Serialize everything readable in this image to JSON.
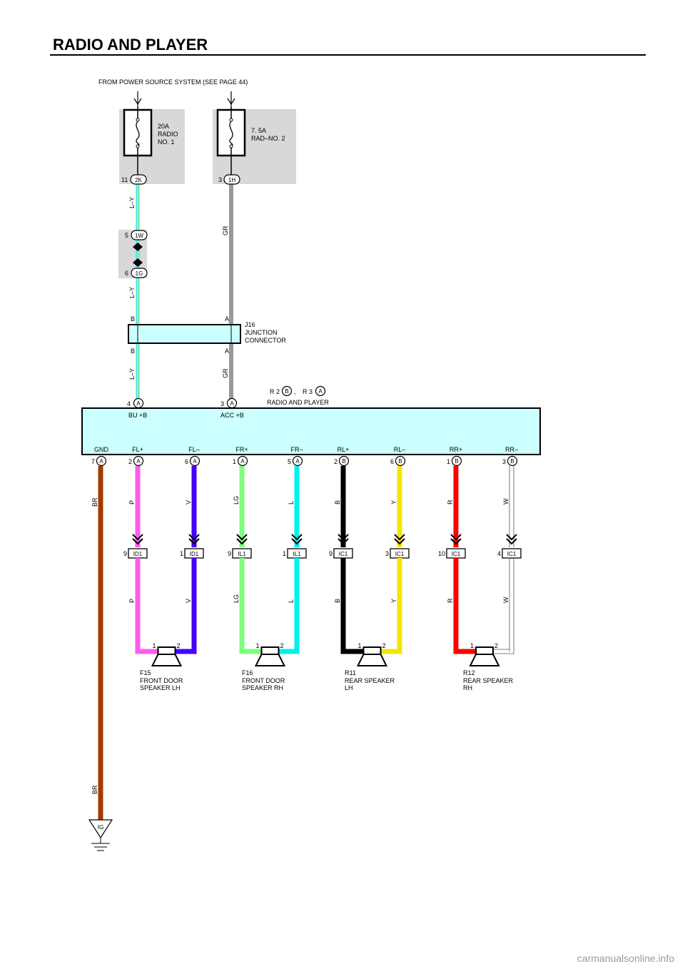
{
  "page": {
    "title": "RADIO AND PLAYER",
    "watermark": "carmanualsonline.info",
    "power_note": "FROM POWER SOURCE SYSTEM (SEE PAGE 44)"
  },
  "colors": {
    "L-Y_stripe": "#f5f500",
    "L-Y_base": "#40e0ff",
    "GR": "#999999",
    "BR": "#a33a00",
    "P": "#ff5cf0",
    "V": "#4400ff",
    "LG": "#7cff7c",
    "L": "#00f0f0",
    "B": "#000000",
    "Y": "#f5e400",
    "R": "#ff0000",
    "W": "#ffffff",
    "component_fill": "#ccffff",
    "fuse_box": "#d8d8d8"
  },
  "fuses": [
    {
      "lines": [
        "20A",
        "RADIO",
        "NO. 1"
      ],
      "pin": "11",
      "connector": "2K"
    },
    {
      "lines": [
        "7. 5A",
        "RAD–NO. 2"
      ],
      "pin": "3",
      "connector": "1H"
    }
  ],
  "inline_connectors": [
    {
      "pin": "5",
      "id": "1W"
    },
    {
      "pin": "6",
      "id": "1G"
    }
  ],
  "junction": {
    "lines": [
      "J16",
      "JUNCTION",
      "CONNECTOR"
    ],
    "pin_left_top": "B",
    "pin_right_top": "A",
    "pin_left_bottom": "B",
    "pin_right_bottom": "A"
  },
  "wire_codes": {
    "ly_1": "L–Y",
    "ly_2": "L–Y",
    "ly_3": "L–Y",
    "gr_1": "GR",
    "gr_2": "GR",
    "br_1": "BR",
    "br_2": "BR"
  },
  "radio": {
    "name": "RADIO AND PLAYER",
    "ref_r2": "R 2",
    "ref_r2_conn": "B",
    "ref_sep": ",",
    "ref_r3": "R 3",
    "ref_r3_conn": "A",
    "bu_label": "BU +B",
    "acc_label": "ACC +B",
    "bu_pin": "4",
    "bu_conn": "A",
    "acc_pin": "3",
    "acc_conn": "A"
  },
  "outputs": [
    {
      "label": "GND",
      "pin": "7",
      "conn": "A",
      "wire": "BR"
    },
    {
      "label": "FL+",
      "pin": "2",
      "conn": "A",
      "wire": "P",
      "jpin": "9",
      "jconn": "ID1"
    },
    {
      "label": "FL–",
      "pin": "6",
      "conn": "A",
      "wire": "V",
      "jpin": "1",
      "jconn": "ID1"
    },
    {
      "label": "FR+",
      "pin": "1",
      "conn": "A",
      "wire": "LG",
      "jpin": "9",
      "jconn": "IL1"
    },
    {
      "label": "FR–",
      "pin": "5",
      "conn": "A",
      "wire": "L",
      "jpin": "1",
      "jconn": "IL1"
    },
    {
      "label": "RL+",
      "pin": "2",
      "conn": "B",
      "wire": "B",
      "jpin": "9",
      "jconn": "IC1"
    },
    {
      "label": "RL–",
      "pin": "6",
      "conn": "B",
      "wire": "Y",
      "jpin": "3",
      "jconn": "IC1"
    },
    {
      "label": "RR+",
      "pin": "1",
      "conn": "B",
      "wire": "R",
      "jpin": "10",
      "jconn": "IC1"
    },
    {
      "label": "RR–",
      "pin": "3",
      "conn": "B",
      "wire": "W",
      "jpin": "4",
      "jconn": "IC1"
    }
  ],
  "speakers": [
    {
      "ref": "F15",
      "lines": [
        "FRONT DOOR",
        "SPEAKER LH"
      ],
      "pin1": "1",
      "pin2": "2"
    },
    {
      "ref": "F16",
      "lines": [
        "FRONT DOOR",
        "SPEAKER RH"
      ],
      "pin1": "1",
      "pin2": "2"
    },
    {
      "ref": "R11",
      "lines": [
        "REAR SPEAKER",
        "LH"
      ],
      "pin1": "1",
      "pin2": "2"
    },
    {
      "ref": "R12",
      "lines": [
        "REAR SPEAKER",
        "RH"
      ],
      "pin1": "1",
      "pin2": "2"
    }
  ],
  "ground": {
    "label": "IG"
  }
}
